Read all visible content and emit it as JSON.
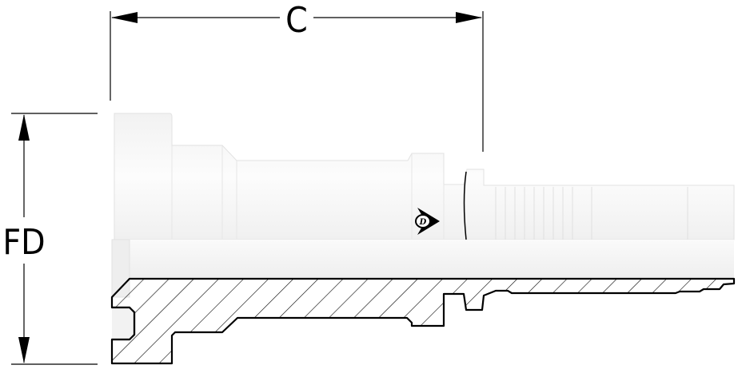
{
  "dimensions": {
    "length_label": "C",
    "flange_diameter_label": "FD"
  },
  "logo": {
    "text": "D",
    "icon": "dunlop-logo-icon"
  },
  "colors": {
    "line": "#000000",
    "part": "#f4f4f4",
    "background": "#ffffff"
  }
}
